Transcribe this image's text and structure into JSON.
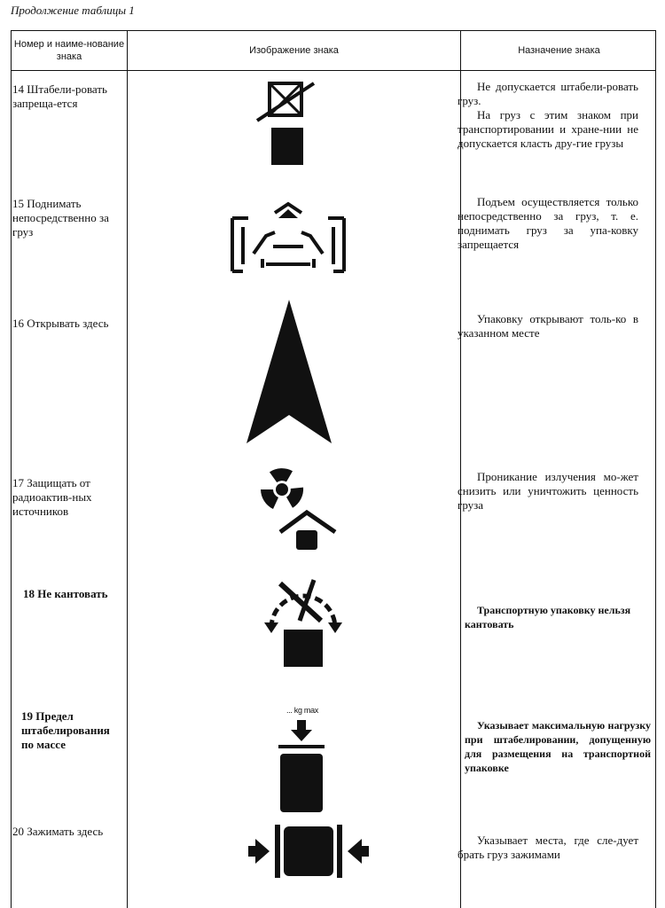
{
  "caption": "Продолжение таблицы 1",
  "headers": {
    "name": "Номер и наиме-нование знака",
    "image": "Изображение знака",
    "purpose": "Назначение знака"
  },
  "rows": [
    {
      "name": "14 Штабели-ровать запреща-ется",
      "desc1": "Не допускается штабели-ровать груз.",
      "desc2": "На груз с этим знаком при транспортировании и хране-нии не допускается класть дру-гие грузы",
      "icon": "no-stacking-icon"
    },
    {
      "name": "15 Поднимать непосредственно за груз",
      "desc1": "Подъем осуществляется только непосредственно за груз, т. е. поднимать груз за упа-ковку запрещается",
      "icon": "lift-by-load-icon"
    },
    {
      "name": "16 Открывать здесь",
      "desc1": "Упаковку открывают толь-ко в указанном месте",
      "icon": "open-here-arrow-icon"
    },
    {
      "name": "17 Защищать от радиоактив-ных источников",
      "desc1": "Проникание излучения мо-жет снизить или уничтожить ценность груза",
      "icon": "radiation-protect-icon"
    },
    {
      "name": "18 Не кантовать",
      "desc1": "Транспортную упаковку нельзя кантовать",
      "icon": "do-not-tilt-icon"
    },
    {
      "name": "19 Предел штабелирования по массе",
      "desc1": "Указывает максимальную нагрузку при штабелировании, допущенную для размещения на транспортной упаковке",
      "icon": "stacking-mass-limit-icon",
      "icon_label": "... kg max"
    },
    {
      "name": "20 Зажимать здесь",
      "desc1": "Указывает места, где сле-дует брать груз зажимами",
      "icon": "clamp-here-icon"
    }
  ]
}
